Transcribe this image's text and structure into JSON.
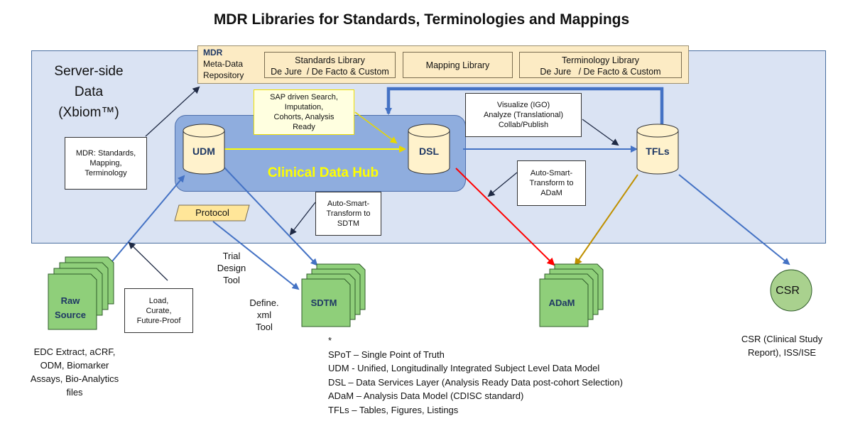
{
  "title": "MDR Libraries for Standards, Terminologies and Mappings",
  "server_side": {
    "lines": [
      "Server-side",
      "Data",
      "(Xbiom™)"
    ]
  },
  "mdr": {
    "name": "MDR",
    "desc_lines": [
      "Meta-Data",
      "Repository"
    ],
    "standards_library": {
      "title": "Standards Library",
      "subtitle": "De Jure  / De Facto & Custom"
    },
    "mapping_library": {
      "title": "Mapping Library"
    },
    "terminology_library": {
      "title": "Terminology Library",
      "subtitle": "De Jure   / De Facto & Custom"
    }
  },
  "mdr_standards_note": [
    "MDR: Standards,",
    "Mapping,",
    "Terminology"
  ],
  "sap_note": [
    "SAP driven Search,",
    "Imputation,",
    "Cohorts, Analysis",
    "Ready"
  ],
  "visualize_note": [
    "Visualize (IGO)",
    "Analyze (Translational)",
    "Collab/Publish"
  ],
  "auto_adam_note": [
    "Auto-Smart-",
    "Transform to",
    "ADaM"
  ],
  "auto_sdtm_note": [
    "Auto-Smart-",
    "Transform to",
    "SDTM"
  ],
  "load_note": [
    "Load,",
    "Curate,",
    "Future-Proof"
  ],
  "hub": {
    "label": "Clinical Data Hub"
  },
  "cylinders": {
    "udm": "UDM",
    "dsl": "DSL",
    "tfls": "TFLs"
  },
  "protocol": "Protocol",
  "trial_design_tool": [
    "Trial",
    "Design",
    "Tool"
  ],
  "define_xml_tool": [
    "Define.",
    "xml",
    "Tool"
  ],
  "docs": {
    "raw": [
      "Raw",
      "Source"
    ],
    "sdtm": "SDTM",
    "adam": "ADaM"
  },
  "raw_desc": [
    "EDC Extract, aCRF,",
    "ODM, Biomarker",
    "Assays, Bio-Analytics",
    "files"
  ],
  "csr": {
    "label": "CSR",
    "desc": [
      "CSR (Clinical Study",
      "Report), ISS/ISE"
    ]
  },
  "glossary": {
    "marker": "*",
    "items": [
      "SPoT – Single Point of Truth",
      "UDM - Unified, Longitudinally Integrated Subject Level Data Model",
      "DSL – Data Services Layer (Analysis Ready Data post-cohort Selection)",
      "ADaM – Analysis Data Model (CDISC standard)",
      "TFLs – Tables, Figures, Listings"
    ]
  },
  "colors": {
    "panel": "#dae3f3",
    "mdr_panel": "#fcebc4",
    "hub": "#8fadde",
    "hub_label": "#ffff00",
    "cylinder": "#fff2cc",
    "doc": "#8fcf7a",
    "csr": "#a9d18e",
    "blue_arrow": "#4472c4",
    "red_arrow": "#ff0000",
    "gold_arrow": "#bf9000",
    "yellow_arrow": "#ffff00"
  }
}
